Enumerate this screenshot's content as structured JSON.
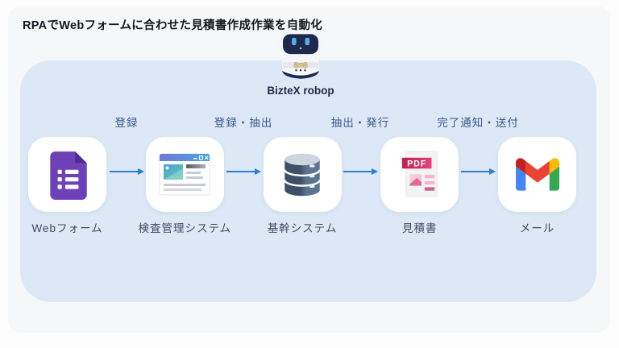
{
  "page": {
    "title": "RPAでWebフォームに合わせた見積書作成作業を自動化"
  },
  "mascot": {
    "name": "BizteX robop"
  },
  "flow": {
    "steps": [
      {
        "label": "Webフォーム",
        "icon": "google-forms-icon"
      },
      {
        "label": "検査管理システム",
        "icon": "browser-window-icon"
      },
      {
        "label": "基幹システム",
        "icon": "database-icon"
      },
      {
        "label": "見積書",
        "icon": "pdf-document-icon",
        "icon_text": "PDF"
      },
      {
        "label": "メール",
        "icon": "gmail-icon"
      }
    ],
    "transitions": [
      {
        "label": "登録"
      },
      {
        "label": "登録・抽出"
      },
      {
        "label": "抽出・発行"
      },
      {
        "label": "完了通知・送付"
      }
    ]
  },
  "colors": {
    "page_background": "#fdfdfd",
    "outer_card_background": "#f6f7f8",
    "panel_background": "#dce8f5",
    "step_card_background": "#ffffff",
    "arrow_blue": "#2b7fd0",
    "transition_label_color": "#3a5a8e",
    "step_label_color": "#3c4d63",
    "title_color": "#15171f",
    "mascot_label_color": "#1c2b4a",
    "forms_purple": "#6e41b8",
    "forms_fold_purple": "#4e2a92",
    "pdf_red": "#cf2b58",
    "database_navy": "#3e5269",
    "robot_face_navy": "#1d2a4d",
    "gmail_red": "#ea4335",
    "gmail_blue": "#4285f4",
    "gmail_green": "#34a853",
    "gmail_yellow": "#fbbc04"
  }
}
